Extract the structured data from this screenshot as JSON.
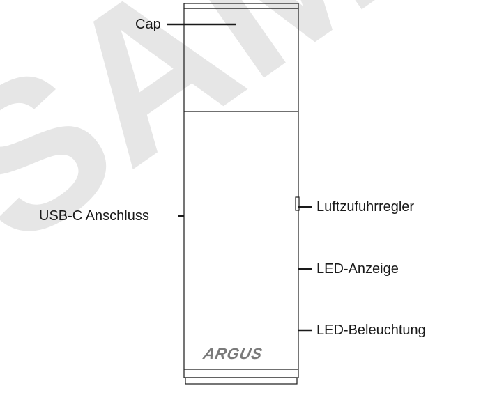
{
  "labels": {
    "cap": "Cap",
    "usb": "USB-C Anschluss",
    "air": "Luftzufuhrregler",
    "led_display": "LED-Anzeige",
    "led_light": "LED-Beleuchtung"
  },
  "brand": {
    "logo": "ARGUS"
  },
  "watermark": {
    "text": "SAMPLE",
    "color": "#e6e6e6"
  },
  "colors": {
    "line": "#1a1a1a",
    "logo": "#7a7a7a",
    "background": "#ffffff"
  }
}
